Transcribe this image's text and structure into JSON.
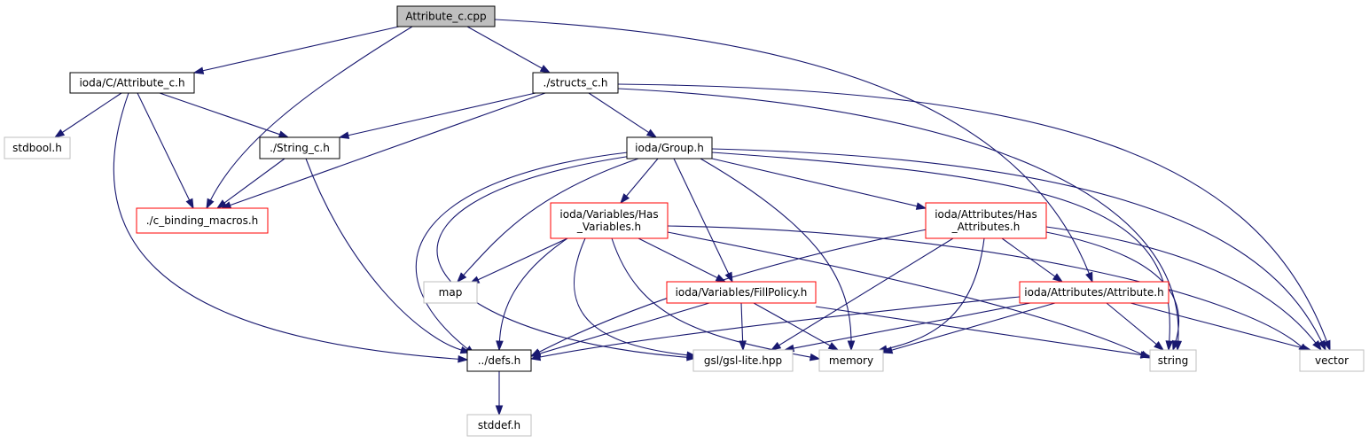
{
  "graph": {
    "nodes": [
      {
        "id": "attribute_c_cpp",
        "lines": [
          "Attribute_c.cpp"
        ],
        "style": "root"
      },
      {
        "id": "ioda_c_attribute_c_h",
        "lines": [
          "ioda/C/Attribute_c.h"
        ],
        "style": "normal"
      },
      {
        "id": "structs_c_h",
        "lines": [
          "./structs_c.h"
        ],
        "style": "normal"
      },
      {
        "id": "stdbool_h",
        "lines": [
          "stdbool.h"
        ],
        "style": "external"
      },
      {
        "id": "string_c_h",
        "lines": [
          "./String_c.h"
        ],
        "style": "normal"
      },
      {
        "id": "ioda_group_h",
        "lines": [
          "ioda/Group.h"
        ],
        "style": "normal"
      },
      {
        "id": "c_binding_macros_h",
        "lines": [
          "./c_binding_macros.h"
        ],
        "style": "truncated"
      },
      {
        "id": "has_variables_h",
        "lines": [
          "ioda/Variables/Has",
          "_Variables.h"
        ],
        "style": "truncated"
      },
      {
        "id": "has_attributes_h",
        "lines": [
          "ioda/Attributes/Has",
          "_Attributes.h"
        ],
        "style": "truncated"
      },
      {
        "id": "map",
        "lines": [
          "map"
        ],
        "style": "external"
      },
      {
        "id": "fillpolicy_h",
        "lines": [
          "ioda/Variables/FillPolicy.h"
        ],
        "style": "truncated"
      },
      {
        "id": "attribute_h",
        "lines": [
          "ioda/Attributes/Attribute.h"
        ],
        "style": "truncated"
      },
      {
        "id": "defs_h",
        "lines": [
          "../defs.h"
        ],
        "style": "normal"
      },
      {
        "id": "gsl_lite_hpp",
        "lines": [
          "gsl/gsl-lite.hpp"
        ],
        "style": "external"
      },
      {
        "id": "memory",
        "lines": [
          "memory"
        ],
        "style": "external"
      },
      {
        "id": "string",
        "lines": [
          "string"
        ],
        "style": "external"
      },
      {
        "id": "vector",
        "lines": [
          "vector"
        ],
        "style": "external"
      },
      {
        "id": "stddef_h",
        "lines": [
          "stddef.h"
        ],
        "style": "external"
      }
    ],
    "edges": [
      [
        "attribute_c_cpp",
        "ioda_c_attribute_c_h"
      ],
      [
        "attribute_c_cpp",
        "structs_c_h"
      ],
      [
        "attribute_c_cpp",
        "c_binding_macros_h"
      ],
      [
        "attribute_c_cpp",
        "attribute_h"
      ],
      [
        "ioda_c_attribute_c_h",
        "stdbool_h"
      ],
      [
        "ioda_c_attribute_c_h",
        "string_c_h"
      ],
      [
        "ioda_c_attribute_c_h",
        "c_binding_macros_h"
      ],
      [
        "ioda_c_attribute_c_h",
        "defs_h"
      ],
      [
        "structs_c_h",
        "string_c_h"
      ],
      [
        "structs_c_h",
        "c_binding_macros_h"
      ],
      [
        "structs_c_h",
        "ioda_group_h"
      ],
      [
        "structs_c_h",
        "string"
      ],
      [
        "structs_c_h",
        "vector"
      ],
      [
        "string_c_h",
        "c_binding_macros_h"
      ],
      [
        "string_c_h",
        "defs_h"
      ],
      [
        "ioda_group_h",
        "has_variables_h"
      ],
      [
        "ioda_group_h",
        "has_attributes_h"
      ],
      [
        "ioda_group_h",
        "map"
      ],
      [
        "ioda_group_h",
        "fillpolicy_h"
      ],
      [
        "ioda_group_h",
        "defs_h"
      ],
      [
        "ioda_group_h",
        "gsl_lite_hpp"
      ],
      [
        "ioda_group_h",
        "memory"
      ],
      [
        "ioda_group_h",
        "string"
      ],
      [
        "ioda_group_h",
        "vector"
      ],
      [
        "has_variables_h",
        "map"
      ],
      [
        "has_variables_h",
        "fillpolicy_h"
      ],
      [
        "has_variables_h",
        "defs_h"
      ],
      [
        "has_variables_h",
        "gsl_lite_hpp"
      ],
      [
        "has_variables_h",
        "memory"
      ],
      [
        "has_variables_h",
        "string"
      ],
      [
        "has_variables_h",
        "vector"
      ],
      [
        "has_attributes_h",
        "attribute_h"
      ],
      [
        "has_attributes_h",
        "defs_h"
      ],
      [
        "has_attributes_h",
        "gsl_lite_hpp"
      ],
      [
        "has_attributes_h",
        "memory"
      ],
      [
        "has_attributes_h",
        "string"
      ],
      [
        "has_attributes_h",
        "vector"
      ],
      [
        "fillpolicy_h",
        "defs_h"
      ],
      [
        "fillpolicy_h",
        "gsl_lite_hpp"
      ],
      [
        "fillpolicy_h",
        "memory"
      ],
      [
        "fillpolicy_h",
        "string"
      ],
      [
        "attribute_h",
        "defs_h"
      ],
      [
        "attribute_h",
        "gsl_lite_hpp"
      ],
      [
        "attribute_h",
        "memory"
      ],
      [
        "attribute_h",
        "string"
      ],
      [
        "attribute_h",
        "vector"
      ],
      [
        "defs_h",
        "stddef_h"
      ]
    ]
  },
  "colors": {
    "edge": "#191970",
    "root_fill": "#bfbfbf",
    "normal_stroke": "#000000",
    "truncated_stroke": "#ff0000",
    "external_stroke": "#bfbfbf"
  }
}
